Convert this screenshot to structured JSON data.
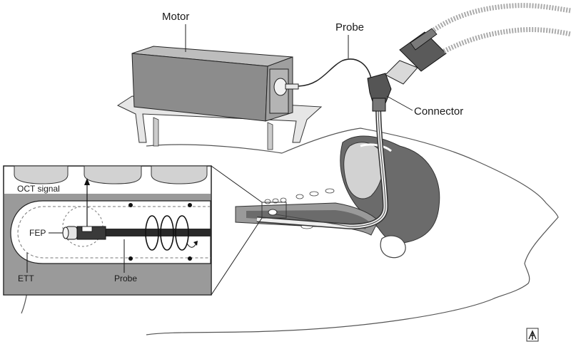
{
  "labels": {
    "motor": "Motor",
    "probe_top": "Probe",
    "connector": "Connector",
    "oct_signal": "OCT signal",
    "fep": "FEP",
    "ett": "ETT",
    "probe_inset": "Probe"
  },
  "colors": {
    "dark_gray": "#6b6b6b",
    "mid_gray": "#9a9a9a",
    "light_gray": "#d2d2d2",
    "outline": "#222222"
  },
  "icons": {
    "corner_logo": "elsevier-tree-logo"
  }
}
